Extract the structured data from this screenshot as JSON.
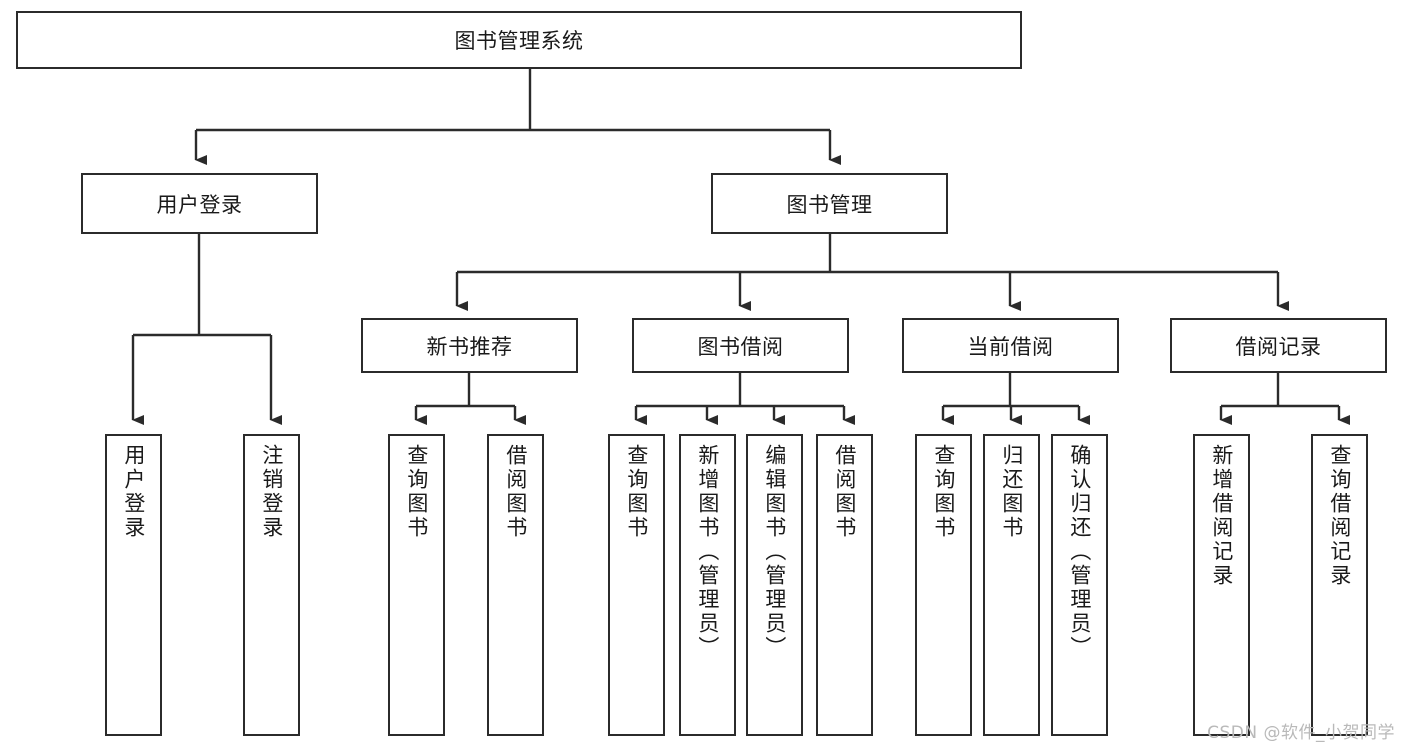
{
  "diagram": {
    "title": "图书管理系统",
    "type": "hierarchy-tree",
    "watermark": "CSDN @软件_小贺同学",
    "colors": {
      "box_border": "#2b2b2b",
      "box_fill": "#ffffff",
      "connector": "#2b2b2b",
      "watermark": "#b9b9b9"
    },
    "nodes": {
      "root": {
        "label": "图书管理系统"
      },
      "level2": [
        {
          "label": "用户登录"
        },
        {
          "label": "图书管理"
        }
      ],
      "level3": [
        {
          "label": "新书推荐"
        },
        {
          "label": "图书借阅"
        },
        {
          "label": "当前借阅"
        },
        {
          "label": "借阅记录"
        }
      ],
      "leaves": {
        "user_login": [
          {
            "label": "用户登录"
          },
          {
            "label": "注销登录"
          }
        ],
        "new_book_recommend": [
          {
            "label": "查询图书"
          },
          {
            "label": "借阅图书"
          }
        ],
        "book_borrow": [
          {
            "label": "查询图书"
          },
          {
            "label": "新增图书（管理员）"
          },
          {
            "label": "编辑图书（管理员）"
          },
          {
            "label": "借阅图书"
          }
        ],
        "current_borrow": [
          {
            "label": "查询图书"
          },
          {
            "label": "归还图书"
          },
          {
            "label": "确认归还（管理员）"
          }
        ],
        "borrow_record": [
          {
            "label": "新增借阅记录"
          },
          {
            "label": "查询借阅记录"
          }
        ]
      }
    }
  }
}
